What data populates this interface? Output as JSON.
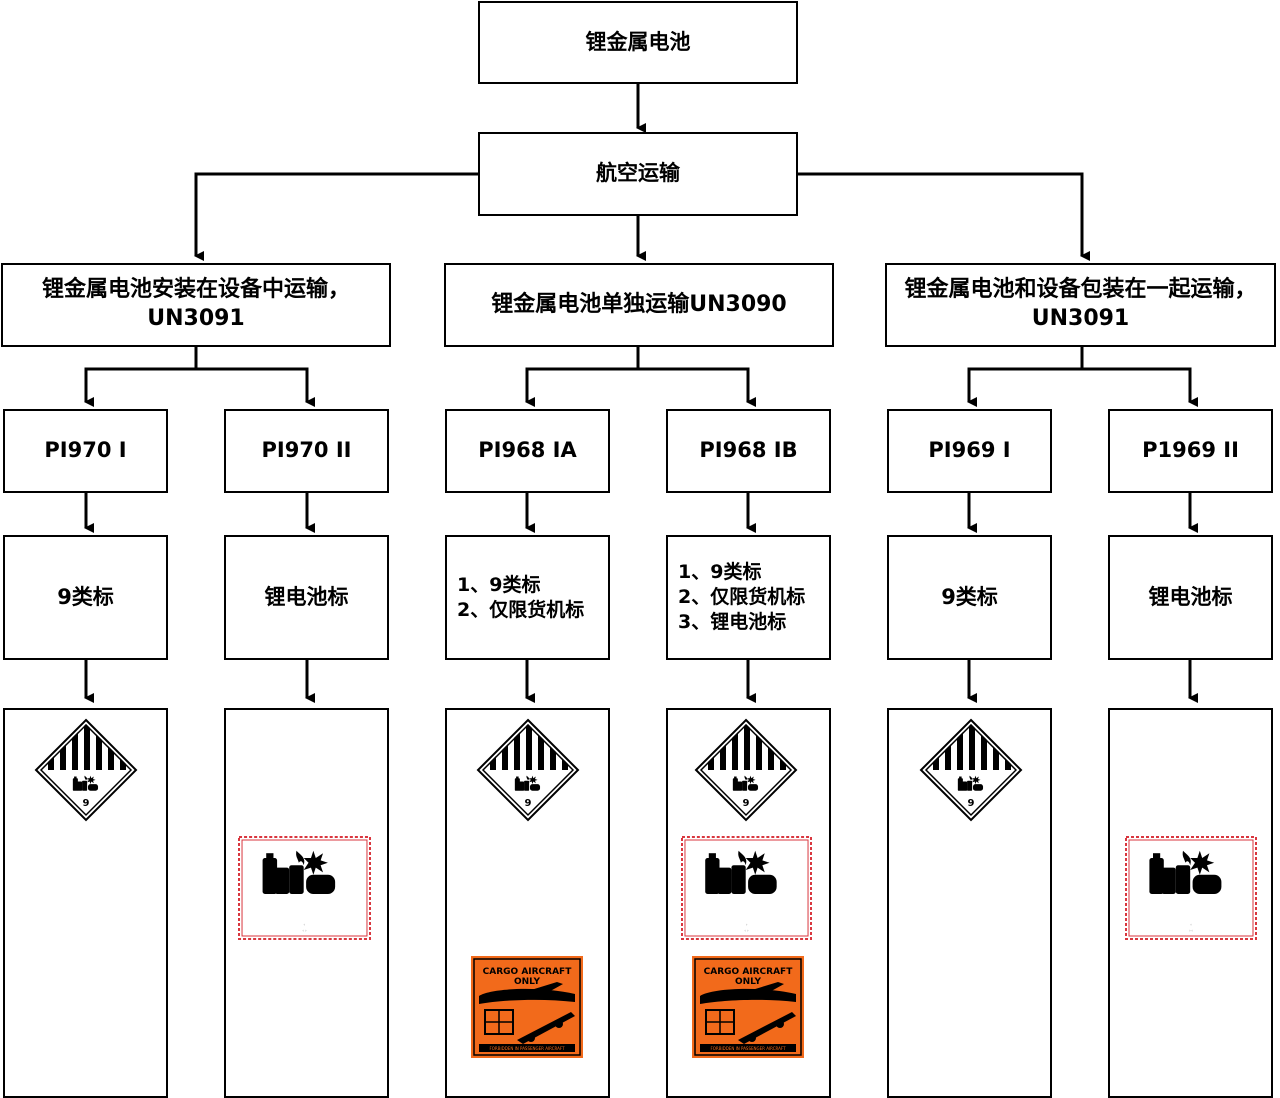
{
  "root": {
    "label": "锂金属电池"
  },
  "mode": {
    "label": "航空运输"
  },
  "branches": [
    {
      "label": "锂金属电池安装在设备中运输，\nUN3091"
    },
    {
      "label": "锂金属电池单独运输UN3090"
    },
    {
      "label": "锂金属电池和设备包装在一起运输，\nUN3091"
    }
  ],
  "instructions": [
    {
      "code": "PI970 I",
      "requirement": "9类标"
    },
    {
      "code": "PI970 II",
      "requirement": "锂电池标"
    },
    {
      "code": "PI968 IA",
      "requirement": "1、9类标\n2、仅限货机标"
    },
    {
      "code": "PI968 IB",
      "requirement": "1、9类标\n2、仅限货机标\n3、锂电池标"
    },
    {
      "code": "PI969 I",
      "requirement": "9类标"
    },
    {
      "code": "P1969 II",
      "requirement": "锂电池标"
    }
  ],
  "labels": {
    "class9_number": "9",
    "cargo_title_line1": "CARGO AIRCRAFT",
    "cargo_title_line2": "ONLY",
    "cargo_footer": "FORBIDDEN IN PASSENGER AIRCRAFT"
  },
  "colors": {
    "cargo_orange": "#f26a1b",
    "lithium_border": "#d9363e",
    "line": "#000000"
  }
}
